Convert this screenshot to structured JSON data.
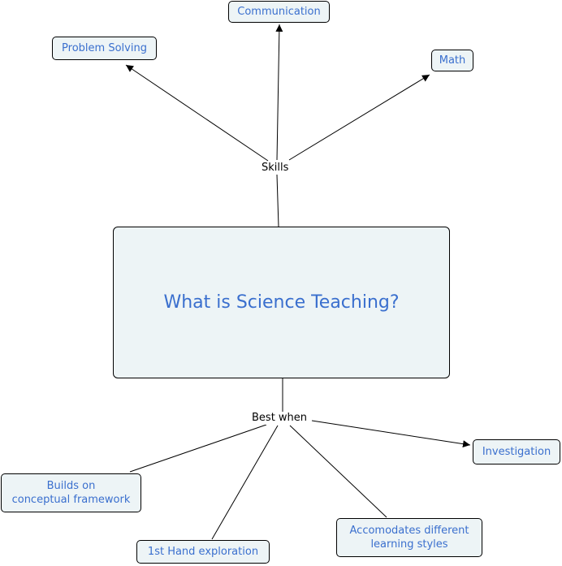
{
  "map": {
    "colors": {
      "node_fill": "#edf4f6",
      "node_text": "#3a6fce",
      "node_border": "#000000",
      "line": "#000000",
      "label_text": "#000000"
    },
    "main_concept": "What is Science Teaching?",
    "links": {
      "skills": "Skills",
      "best_when": "Best when"
    },
    "concepts": {
      "communication": "Communication",
      "problem_solving": "Problem Solving",
      "math": "Math",
      "investigation": "Investigation",
      "builds_on": "Builds on\nconceptual framework",
      "first_hand": "1st Hand exploration",
      "accomodates": "Accomodates different\nlearning styles"
    }
  }
}
